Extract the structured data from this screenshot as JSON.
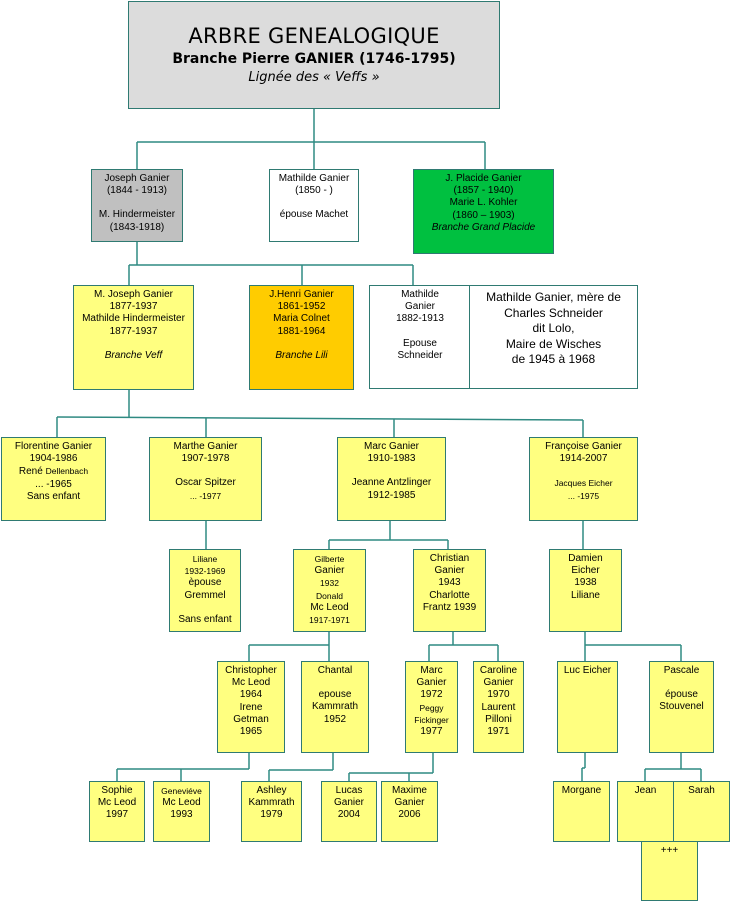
{
  "header": {
    "title": "ARBRE GENEALOGIQUE",
    "subtitle": "Branche Pierre GANIER (1746-1795)",
    "lineage": "Lignée des « Veffs »"
  },
  "colors": {
    "connector": "#2f8a82",
    "border": "#2f7a72",
    "yellow": "#ffff80",
    "orange": "#ffcc00",
    "green": "#00c040",
    "grey": "#c0c0c0",
    "header_bg": "#dcdcdc"
  },
  "gen1": {
    "joseph": [
      "Joseph Ganier",
      "(1844 - 1913)",
      "",
      "M. Hindermeister",
      "(1843-1918)"
    ],
    "mathilde": [
      "Mathilde Ganier",
      "(1850 -  )",
      "",
      "épouse Machet"
    ],
    "placide": [
      "J. Placide Ganier",
      "(1857 - 1940)",
      "Marie L. Kohler",
      "(1860 – 1903)",
      "Branche Grand Placide"
    ]
  },
  "gen2": {
    "mjoseph": [
      "M. Joseph Ganier",
      "1877-1937",
      "Mathilde Hindermeister",
      "1877-1937",
      "",
      "Branche Veff"
    ],
    "jhenri": [
      "J.Henri Ganier",
      "1861-1952",
      "Maria Colnet",
      "1881-1964",
      "",
      "Branche Lili"
    ],
    "mathilde2": [
      "Mathilde",
      "Ganier",
      "1882-1913",
      "",
      "Epouse",
      "Schneider"
    ],
    "note": [
      "Mathilde Ganier, mère de",
      "Charles Schneider",
      "dit Lolo,",
      "Maire de Wisches",
      "de 1945 à 1968"
    ]
  },
  "gen3": {
    "florentine": [
      "Florentine Ganier",
      "1904-1986",
      "René",
      "Dellenbach",
      "... -1965",
      "Sans enfant"
    ],
    "marthe": [
      "Marthe Ganier",
      "1907-1978",
      "",
      "Oscar Spitzer",
      "... -1977"
    ],
    "marc": [
      "Marc Ganier",
      "1910-1983",
      "",
      "Jeanne Antzlinger",
      "1912-1985"
    ],
    "francoise": [
      "Françoise Ganier",
      "1914-2007",
      "",
      "Jacques Eicher",
      "... -1975"
    ]
  },
  "gen4": {
    "liliane": [
      "Liliane",
      "1932-1969",
      "èpouse",
      "Gremmel",
      "",
      "Sans enfant"
    ],
    "gilberte": [
      "Gilberte",
      "Ganier",
      "1932",
      "Donald",
      "Mc Leod",
      "1917-1971"
    ],
    "christian": [
      "Christian",
      "Ganier",
      "1943",
      "Charlotte",
      "Frantz 1939"
    ],
    "damien": [
      "Damien",
      "Eicher",
      "1938",
      "Liliane"
    ]
  },
  "gen5": {
    "christopher": [
      "Christopher",
      "Mc Leod",
      "1964",
      "Irene",
      "Getman",
      "1965"
    ],
    "chantal": [
      "Chantal",
      "",
      "epouse",
      "Kammrath",
      "1952"
    ],
    "marc2": [
      "Marc",
      "Ganier",
      "1972",
      "Peggy",
      "Fickinger",
      "1977"
    ],
    "caroline": [
      "Caroline",
      "Ganier",
      "1970",
      "Laurent",
      "Pilloni",
      "1971"
    ],
    "luc": [
      "Luc Eicher"
    ],
    "pascale": [
      "Pascale",
      "",
      "épouse",
      "Stouvenel"
    ]
  },
  "gen6": {
    "sophie": [
      "Sophie",
      "Mc Leod",
      "1997"
    ],
    "genevieve": [
      "Geneviéve",
      "Mc Leod",
      "1993"
    ],
    "ashley": [
      "Ashley",
      "Kammrath",
      "1979"
    ],
    "lucas": [
      "Lucas",
      "Ganier",
      "2004"
    ],
    "maxime": [
      "Maxime",
      "Ganier",
      "2006"
    ],
    "morgane": [
      "Morgane"
    ],
    "jean": [
      "Jean"
    ],
    "sarah": [
      "Sarah"
    ]
  },
  "gen7": {
    "more": [
      "+++"
    ]
  }
}
